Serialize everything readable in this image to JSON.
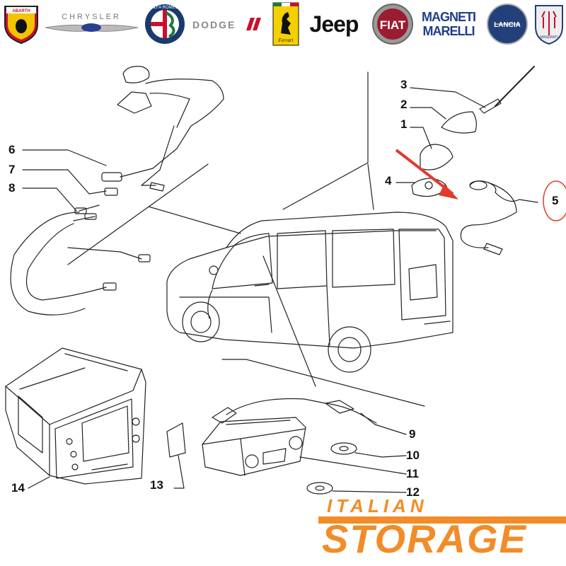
{
  "brands": [
    {
      "id": "abarth",
      "label": "ABARTH"
    },
    {
      "id": "chrysler",
      "label": "CHRYSLER"
    },
    {
      "id": "alfa",
      "label": "ALFA ROMEO"
    },
    {
      "id": "dodge",
      "label": "DODGE"
    },
    {
      "id": "ferrari",
      "label": "Ferrari"
    },
    {
      "id": "jeep",
      "label": "Jeep"
    },
    {
      "id": "fiat",
      "label": "FIAT"
    },
    {
      "id": "magneti",
      "label": "MAGNETI MARELLI"
    },
    {
      "id": "lancia",
      "label": "LANCIA"
    },
    {
      "id": "maserati",
      "label": "MASERATI"
    }
  ],
  "callouts": [
    "1",
    "2",
    "3",
    "4",
    "5",
    "6",
    "7",
    "8",
    "9",
    "10",
    "11",
    "12",
    "13",
    "14"
  ],
  "watermark": {
    "line1": "ITALIAN",
    "line2": "STORAGE"
  },
  "colors": {
    "accent_red": "#e23b2e",
    "watermark_orange": "#f28c28",
    "line": "#222222"
  }
}
